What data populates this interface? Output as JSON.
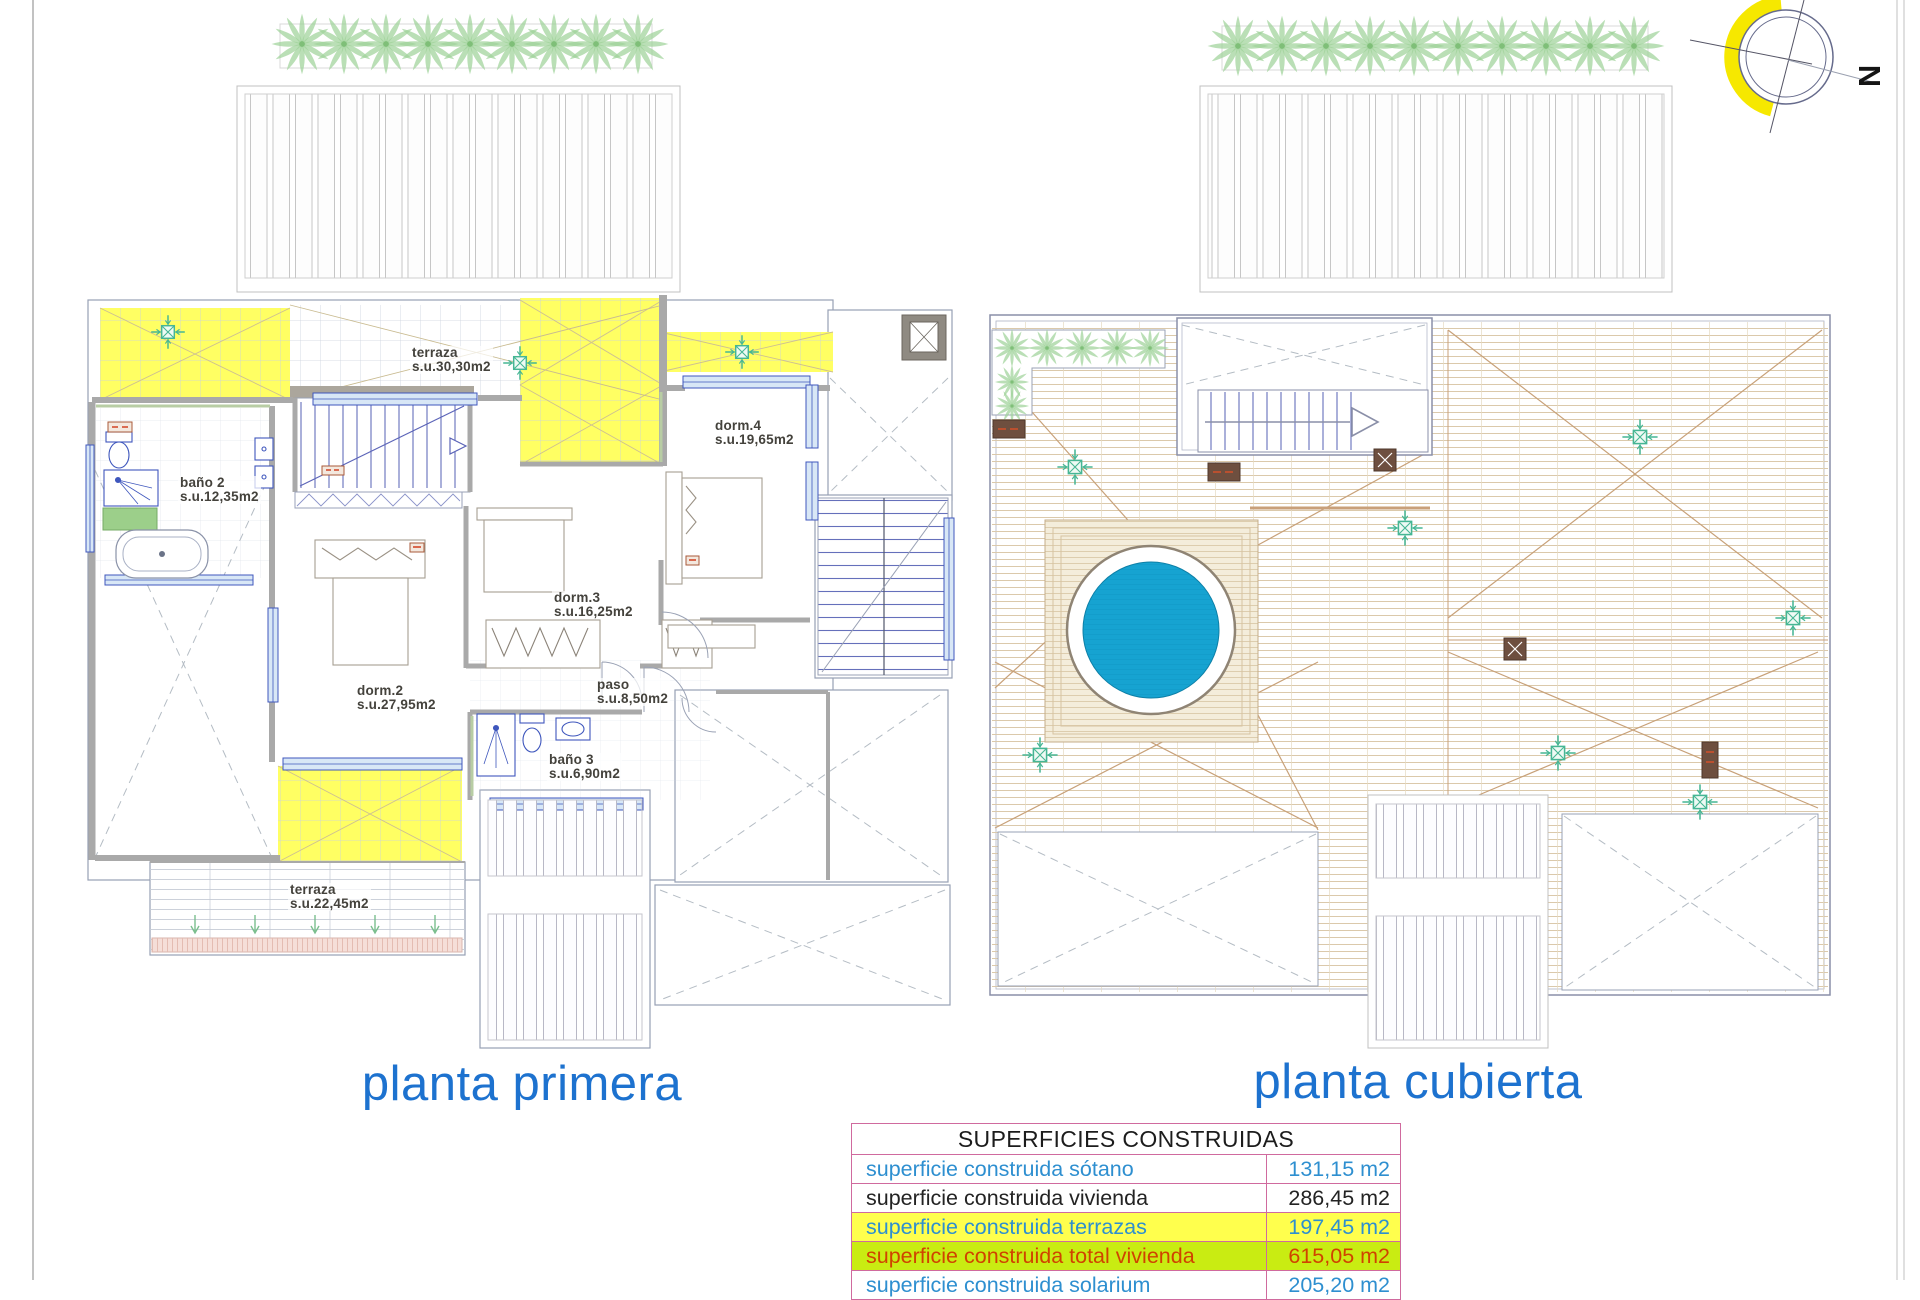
{
  "frame": {
    "compass_north": "N"
  },
  "plans": {
    "primera": {
      "title": "planta primera",
      "rooms": [
        {
          "name": "terraza",
          "area": "s.u.30,30m2"
        },
        {
          "name": "dorm.4",
          "area": "s.u.19,65m2"
        },
        {
          "name": "baño 2",
          "area": "s.u.12,35m2"
        },
        {
          "name": "dorm.3",
          "area": "s.u.16,25m2"
        },
        {
          "name": "dorm.2",
          "area": "s.u.27,95m2"
        },
        {
          "name": "paso",
          "area": "s.u.8,50m2"
        },
        {
          "name": "baño 3",
          "area": "s.u.6,90m2"
        },
        {
          "name": "terraza",
          "area": "s.u.22,45m2"
        }
      ]
    },
    "cubierta": {
      "title": "planta cubierta"
    }
  },
  "areas_table": {
    "title": "SUPERFICIES CONSTRUIDAS",
    "rows": [
      {
        "label": "superficie construida sótano",
        "value": "131,15 m2"
      },
      {
        "label": "superficie construida vivienda",
        "value": "286,45 m2"
      },
      {
        "label": "superficie construida terrazas",
        "value": "197,45 m2"
      },
      {
        "label": "superficie construida total vivienda",
        "value": "615,05 m2"
      },
      {
        "label": "superficie construida solarium",
        "value": "205,20 m2"
      }
    ]
  },
  "colors": {
    "accent_blue": "#1d72cf",
    "table_border": "#d06a9e",
    "highlight_yellow": "#ffff4d",
    "highlight_green": "#c9ec12",
    "value_blue": "#2e8fd0",
    "total_red": "#d04300",
    "pool_blue": "#16a3d1",
    "terrace_yellow": "#ffff63"
  }
}
